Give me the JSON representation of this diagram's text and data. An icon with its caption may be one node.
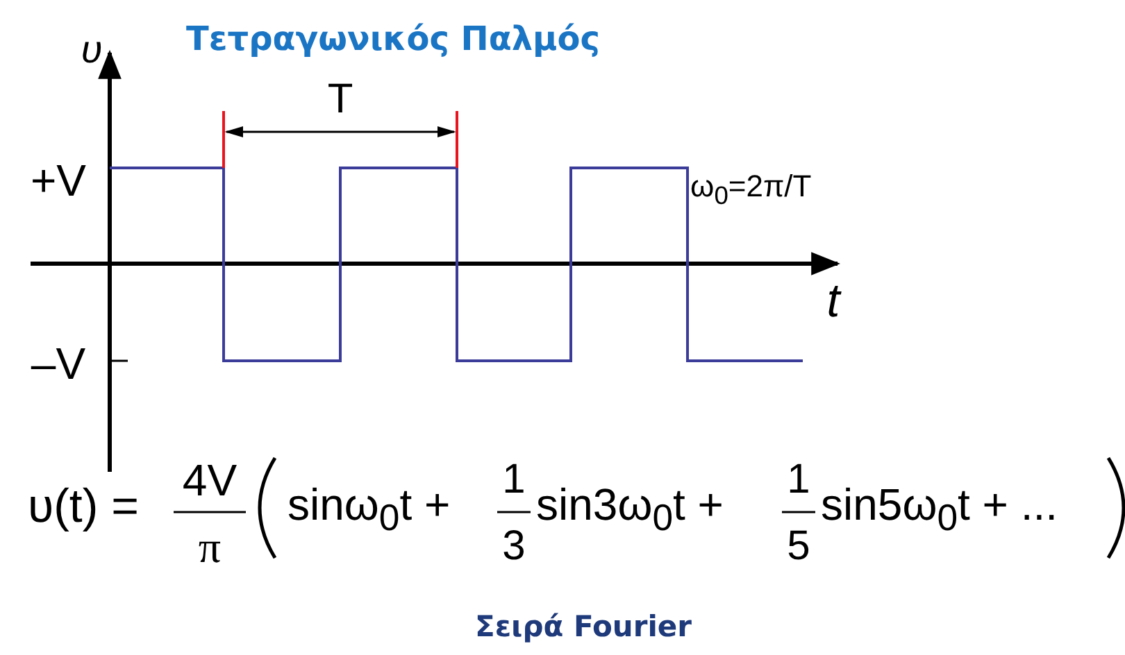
{
  "diagram": {
    "title": "Τετραγωνικός Παλμός",
    "caption": "Σειρά Fourier",
    "labels": [
      "υ",
      "T",
      "+V",
      "ω$_{0}$=2π/T",
      "t",
      "–V",
      "υ(t) =",
      "4V",
      "π",
      "sinω$_{0}$t +",
      "1",
      "3",
      "sin3ω$_{0}$t +",
      "1",
      "5",
      "sin5ω$_{0}$t + ..."
    ]
  }
}
